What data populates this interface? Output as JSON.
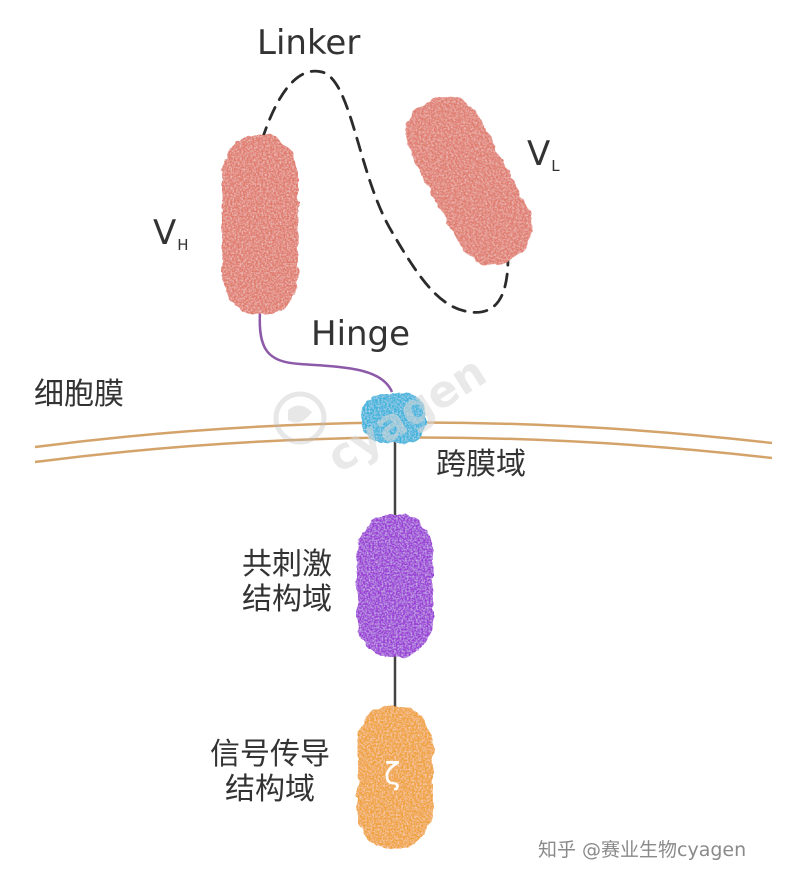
{
  "labels": {
    "linker": "Linker",
    "vh_main": "V",
    "vh_sub": "H",
    "vl_main": "V",
    "vl_sub": "L",
    "hinge": "Hinge",
    "membrane": "细胞膜",
    "transmembrane": "跨膜域",
    "costim_line1": "共刺激",
    "costim_line2": "结构域",
    "signal_line1": "信号传导",
    "signal_line2": "结构域",
    "zeta": "ζ"
  },
  "watermark": "cyagen",
  "credit": "知乎 @赛业生物cyagen",
  "colors": {
    "vh": "#e07b6e",
    "vl": "#e07b6e",
    "hinge": "#8c5aa8",
    "transmembrane": "#3fb3dc",
    "costim": "#9a3fd6",
    "signal": "#f0a23c",
    "membrane": "#d4a36a",
    "linker": "#2b2b2b"
  }
}
